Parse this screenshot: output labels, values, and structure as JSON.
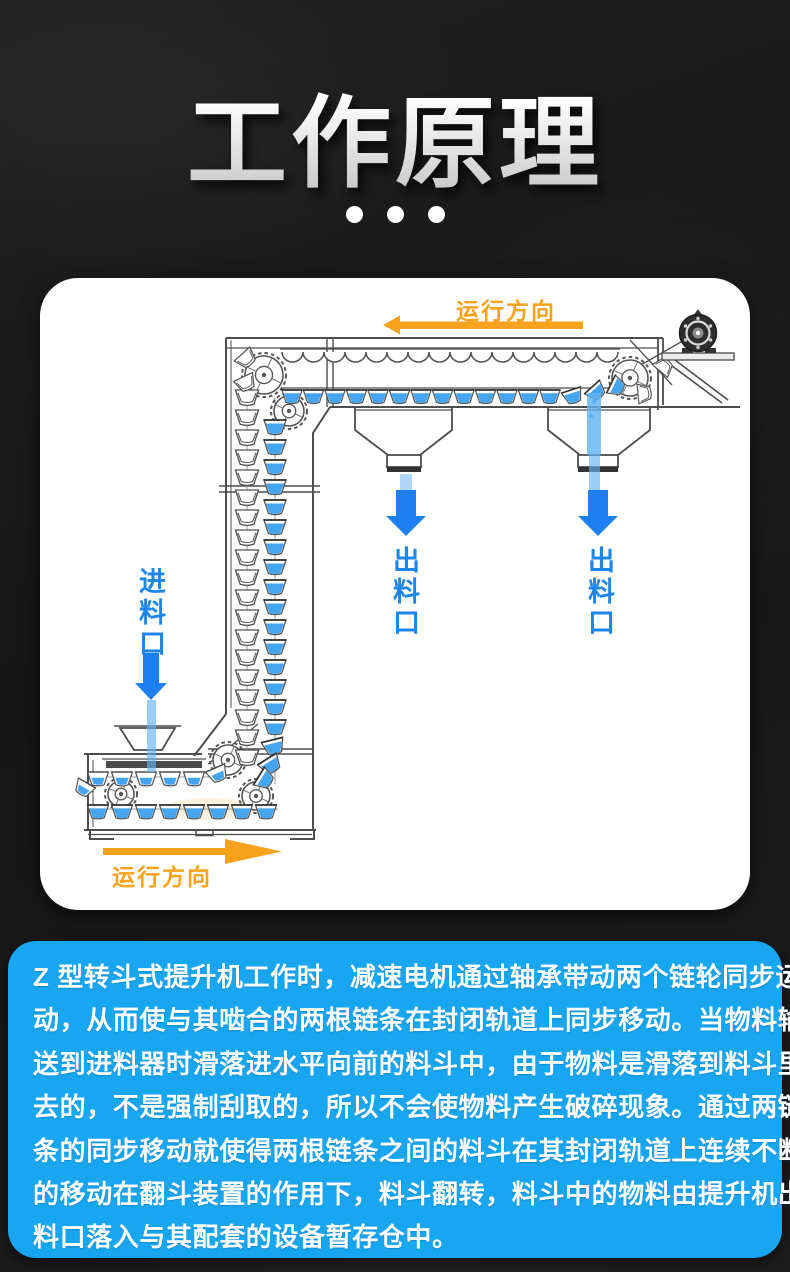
{
  "title": "工作原理",
  "diagram": {
    "run_direction_top": "运行方向",
    "run_direction_bottom": "运行方向",
    "feed_inlet_label": "进料口",
    "discharge_outlet_label_1": "出料口",
    "discharge_outlet_label_2": "出料口"
  },
  "description_lines": [
    "Z 型转斗式提升机工作时，减速电机通过轴承带动两个链轮同步运",
    "动，从而使与其啮合的两根链条在封闭轨道上同步移动。当物料输",
    "送到进料器时滑落进水平向前的料斗中，由于物料是滑落到料斗里",
    "去的，不是强制刮取的，所以不会使物料产生破碎现象。通过两链",
    "条的同步移动就使得两根链条之间的料斗在其封闭轨道上连续不断",
    "的移动在翻斗装置的作用下，料斗翻转，料斗中的物料由提升机出",
    "料口落入与其配套的设备暂存仓中。"
  ],
  "colors": {
    "panel_blue": "#18a6f0",
    "label_blue": "#1e86e8",
    "arrow_blue": "#1d7ff0",
    "stream_blue": "#5fb2f2",
    "bucket_blue": "#45a5ef",
    "orange": "#f7a21d"
  }
}
